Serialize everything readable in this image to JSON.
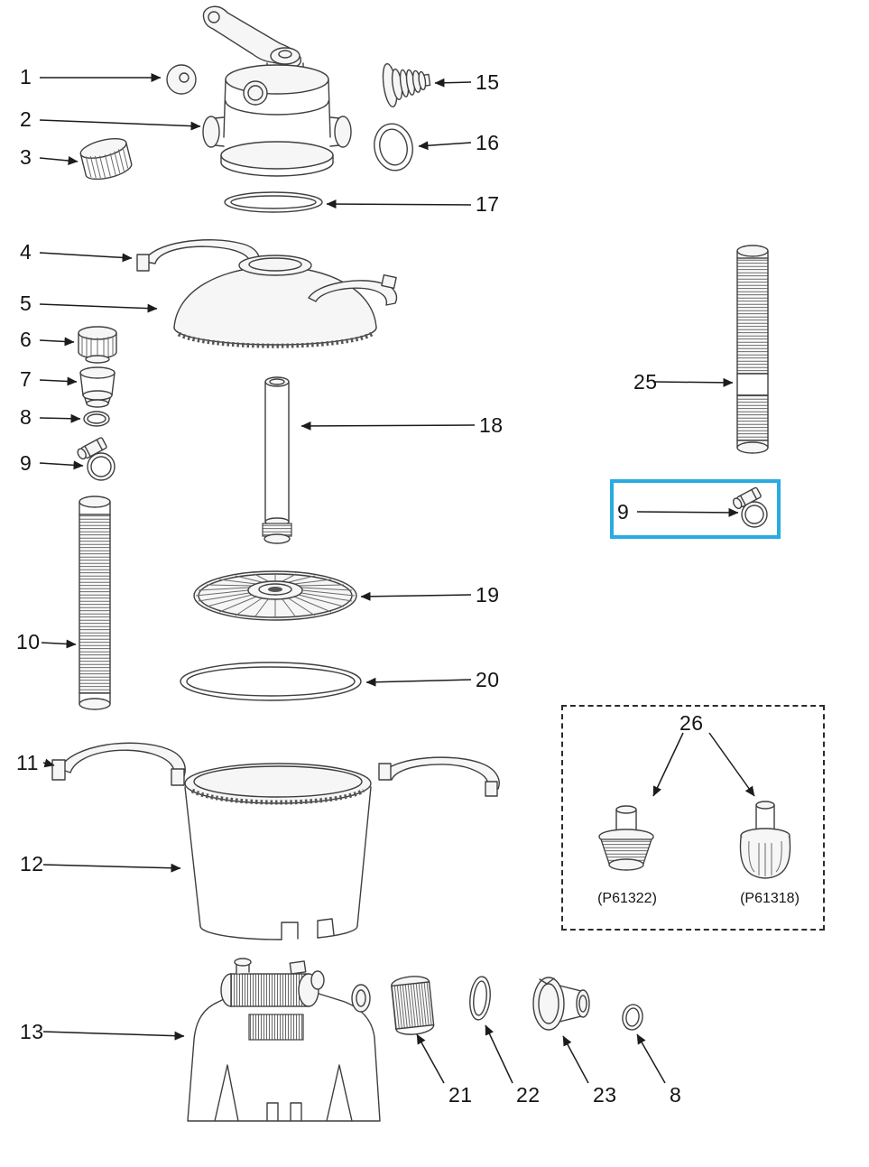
{
  "figure": {
    "type": "exploded-parts-diagram",
    "background": "#ffffff",
    "line_color": "#3f3f3f",
    "highlight_color": "#29abe2",
    "callouts": [
      {
        "id": "c1",
        "label": "1"
      },
      {
        "id": "c2",
        "label": "2"
      },
      {
        "id": "c3",
        "label": "3"
      },
      {
        "id": "c4",
        "label": "4"
      },
      {
        "id": "c5",
        "label": "5"
      },
      {
        "id": "c6",
        "label": "6"
      },
      {
        "id": "c7",
        "label": "7"
      },
      {
        "id": "c8",
        "label": "8"
      },
      {
        "id": "c9",
        "label": "9"
      },
      {
        "id": "c10",
        "label": "10"
      },
      {
        "id": "c11",
        "label": "11"
      },
      {
        "id": "c12",
        "label": "12"
      },
      {
        "id": "c13",
        "label": "13"
      },
      {
        "id": "c15",
        "label": "15"
      },
      {
        "id": "c16",
        "label": "16"
      },
      {
        "id": "c17",
        "label": "17"
      },
      {
        "id": "c18",
        "label": "18"
      },
      {
        "id": "c19",
        "label": "19"
      },
      {
        "id": "c20",
        "label": "20"
      },
      {
        "id": "c25",
        "label": "25"
      },
      {
        "id": "c9-highlight",
        "label": "9"
      },
      {
        "id": "c21",
        "label": "21"
      },
      {
        "id": "c22",
        "label": "22"
      },
      {
        "id": "c23",
        "label": "23"
      },
      {
        "id": "c8-bottom",
        "label": "8"
      }
    ],
    "inset": {
      "label": "26",
      "codes": [
        "(P61322)",
        "(P61318)"
      ]
    }
  }
}
